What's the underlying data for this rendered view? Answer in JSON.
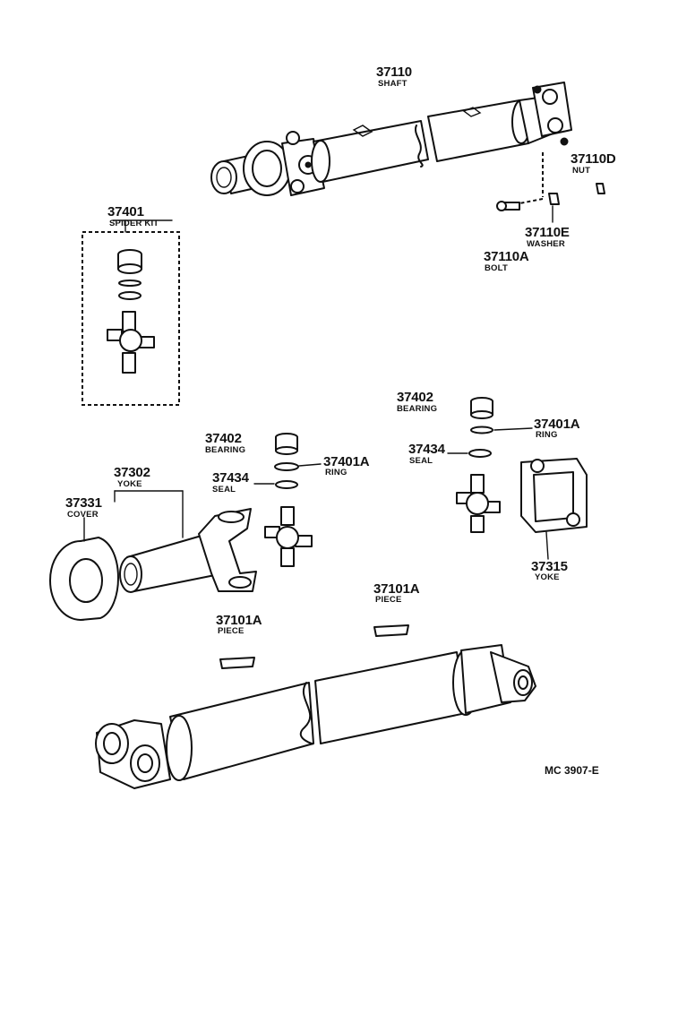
{
  "parts": [
    {
      "number": "37110",
      "name": "SHAFT"
    },
    {
      "number": "37110D",
      "name": "NUT"
    },
    {
      "number": "37110E",
      "name": "WASHER"
    },
    {
      "number": "37110A",
      "name": "BOLT"
    },
    {
      "number": "37401",
      "name": "SPIDER KIT"
    },
    {
      "number": "37402",
      "name": "BEARING"
    },
    {
      "number": "37401A",
      "name": "RING"
    },
    {
      "number": "37434",
      "name": "SEAL"
    },
    {
      "number": "37302",
      "name": "YOKE"
    },
    {
      "number": "37331",
      "name": "COVER"
    },
    {
      "number": "37315",
      "name": "YOKE"
    },
    {
      "number": "37101A",
      "name": "PIECE"
    }
  ],
  "reference": "MC 3907-E"
}
